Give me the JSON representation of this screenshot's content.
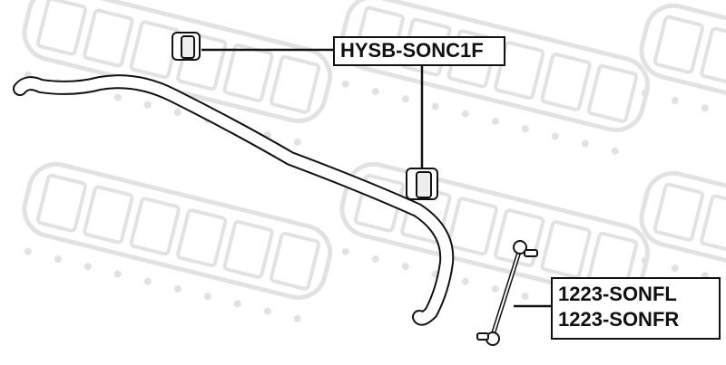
{
  "watermark": {
    "brand": "FEBEST",
    "subtitle": "A U T O   P A R T S",
    "color": "#e2e2e2"
  },
  "parts": {
    "bushing": {
      "part_number": "HYSB-SONC1F"
    },
    "link": {
      "part_numbers": [
        "1223-SONFL",
        "1223-SONFR"
      ]
    }
  },
  "colors": {
    "line": "#111111"
  }
}
